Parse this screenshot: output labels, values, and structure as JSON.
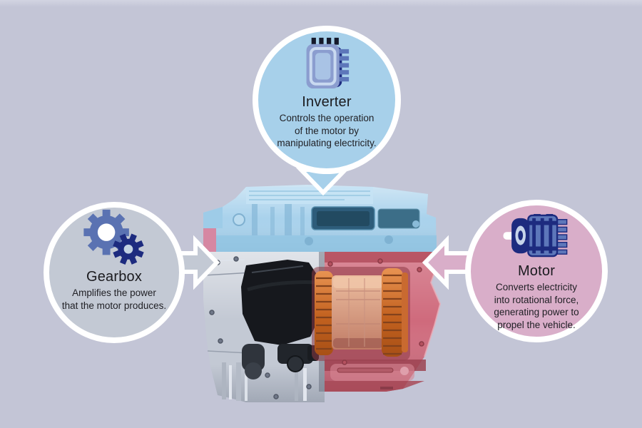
{
  "figure": {
    "background_color": "#c3c5d6",
    "subject": "Electric vehicle powertrain cutaway with labeled components"
  },
  "callouts": {
    "inverter": {
      "title": "Inverter",
      "lines": [
        "Controls the operation",
        "of the motor by",
        "manipulating electricity."
      ],
      "fill": "#a7d0ea",
      "icon": "inverter-chip-icon"
    },
    "gearbox": {
      "title": "Gearbox",
      "lines": [
        "Amplifies the power",
        "that the motor produces."
      ],
      "fill": "#c3c9d4",
      "icon": "gears-icon"
    },
    "motor": {
      "title": "Motor",
      "lines": [
        "Converts electricity",
        "into rotational force,",
        "generating power to",
        "propel the vehicle."
      ],
      "fill": "#d9aec9",
      "icon": "electric-motor-icon"
    }
  },
  "powertrain": {
    "inverter_section_tint": "#a9d2ec",
    "gearbox_section_tint": "#c3c9d4",
    "motor_section_tint": "#cf6a7c",
    "copper_rotor_color": "#c96a30",
    "black_cover_color": "#16181d"
  }
}
